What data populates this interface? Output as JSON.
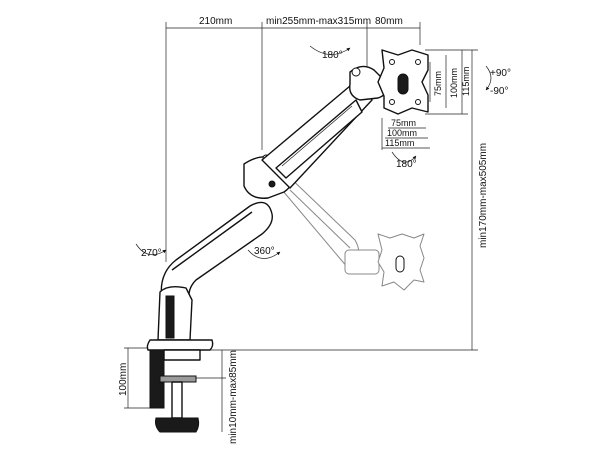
{
  "dimensions": {
    "arm_base": "210mm",
    "arm_middle": "min255mm-max315mm",
    "arm_head": "80mm",
    "vesa_h_75": "75mm",
    "vesa_h_100": "100mm",
    "vesa_h_115": "115mm",
    "vesa_w_75": "75mm",
    "vesa_w_100": "100mm",
    "vesa_w_115": "115mm",
    "height_range": "min170mm-max505mm",
    "clamp_height": "100mm",
    "clamp_range": "min10mm-max85mm"
  },
  "rotations": {
    "head_swivel": "180°",
    "screen_rotate": "180°",
    "tilt_up": "+90°",
    "tilt_down": "-90°",
    "base_swivel": "270°",
    "arm_swivel": "360°"
  }
}
